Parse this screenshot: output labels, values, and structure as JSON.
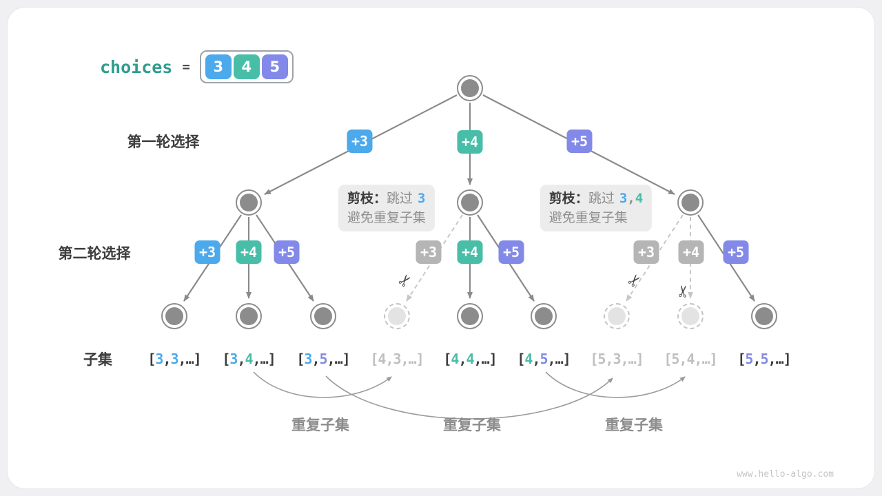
{
  "meta": {
    "watermark": "www.hello-algo.com"
  },
  "palette": {
    "blue": "#4BA9EC",
    "teal": "#48BDA8",
    "purple": "#8289E8",
    "pruned_gray": "#B5B5B5"
  },
  "icons": {
    "scissors": "✂"
  },
  "choices": {
    "label": "choices",
    "eq": "=",
    "items": [
      {
        "value": "3",
        "color": "blue"
      },
      {
        "value": "4",
        "color": "teal"
      },
      {
        "value": "5",
        "color": "purple"
      }
    ]
  },
  "round_labels": {
    "round1": "第一轮选择",
    "round2": "第二轮选择",
    "subsets": "子集"
  },
  "prune_notes": [
    {
      "title": "剪枝：",
      "action": "跳过",
      "skips": [
        {
          "value": "3",
          "color": "blue"
        }
      ],
      "line2": "避免重复子集"
    },
    {
      "title": "剪枝：",
      "action": "跳过",
      "skips": [
        {
          "value": "3",
          "color": "blue"
        },
        {
          "value": "4",
          "color": "teal"
        }
      ],
      "line2": "避免重复子集"
    }
  ],
  "edge_labels": {
    "round1": [
      {
        "label": "+3",
        "color": "blue"
      },
      {
        "label": "+4",
        "color": "teal"
      },
      {
        "label": "+5",
        "color": "purple"
      }
    ],
    "round2_left": [
      {
        "label": "+3",
        "color": "blue"
      },
      {
        "label": "+4",
        "color": "teal"
      },
      {
        "label": "+5",
        "color": "purple"
      }
    ],
    "round2_center": [
      {
        "label": "+3",
        "color": "gray"
      },
      {
        "label": "+4",
        "color": "teal"
      },
      {
        "label": "+5",
        "color": "purple"
      }
    ],
    "round2_right": [
      {
        "label": "+3",
        "color": "gray"
      },
      {
        "label": "+4",
        "color": "gray"
      },
      {
        "label": "+5",
        "color": "purple"
      }
    ]
  },
  "subsets": [
    {
      "pruned": false,
      "parts": [
        {
          "t": "[",
          "c": "dark"
        },
        {
          "t": "3",
          "c": "blue"
        },
        {
          "t": ",",
          "c": "dark"
        },
        {
          "t": "3",
          "c": "blue"
        },
        {
          "t": ",…]",
          "c": "dark"
        }
      ]
    },
    {
      "pruned": false,
      "parts": [
        {
          "t": "[",
          "c": "dark"
        },
        {
          "t": "3",
          "c": "blue"
        },
        {
          "t": ",",
          "c": "dark"
        },
        {
          "t": "4",
          "c": "teal"
        },
        {
          "t": ",…]",
          "c": "dark"
        }
      ]
    },
    {
      "pruned": false,
      "parts": [
        {
          "t": "[",
          "c": "dark"
        },
        {
          "t": "3",
          "c": "blue"
        },
        {
          "t": ",",
          "c": "dark"
        },
        {
          "t": "5",
          "c": "purple"
        },
        {
          "t": ",…]",
          "c": "dark"
        }
      ]
    },
    {
      "pruned": true,
      "parts": [
        {
          "t": "[",
          "c": "dark"
        },
        {
          "t": "4",
          "c": "teal"
        },
        {
          "t": ",",
          "c": "dark"
        },
        {
          "t": "3",
          "c": "blue"
        },
        {
          "t": ",…]",
          "c": "dark"
        }
      ]
    },
    {
      "pruned": false,
      "parts": [
        {
          "t": "[",
          "c": "dark"
        },
        {
          "t": "4",
          "c": "teal"
        },
        {
          "t": ",",
          "c": "dark"
        },
        {
          "t": "4",
          "c": "teal"
        },
        {
          "t": ",…]",
          "c": "dark"
        }
      ]
    },
    {
      "pruned": false,
      "parts": [
        {
          "t": "[",
          "c": "dark"
        },
        {
          "t": "4",
          "c": "teal"
        },
        {
          "t": ",",
          "c": "dark"
        },
        {
          "t": "5",
          "c": "purple"
        },
        {
          "t": ",…]",
          "c": "dark"
        }
      ]
    },
    {
      "pruned": true,
      "parts": [
        {
          "t": "[",
          "c": "dark"
        },
        {
          "t": "5",
          "c": "purple"
        },
        {
          "t": ",",
          "c": "dark"
        },
        {
          "t": "3",
          "c": "blue"
        },
        {
          "t": ",…]",
          "c": "dark"
        }
      ]
    },
    {
      "pruned": true,
      "parts": [
        {
          "t": "[",
          "c": "dark"
        },
        {
          "t": "5",
          "c": "purple"
        },
        {
          "t": ",",
          "c": "dark"
        },
        {
          "t": "4",
          "c": "teal"
        },
        {
          "t": ",…]",
          "c": "dark"
        }
      ]
    },
    {
      "pruned": false,
      "parts": [
        {
          "t": "[",
          "c": "dark"
        },
        {
          "t": "5",
          "c": "purple"
        },
        {
          "t": ",",
          "c": "dark"
        },
        {
          "t": "5",
          "c": "purple"
        },
        {
          "t": ",…]",
          "c": "dark"
        }
      ]
    }
  ],
  "duplicate_label": "重复子集"
}
